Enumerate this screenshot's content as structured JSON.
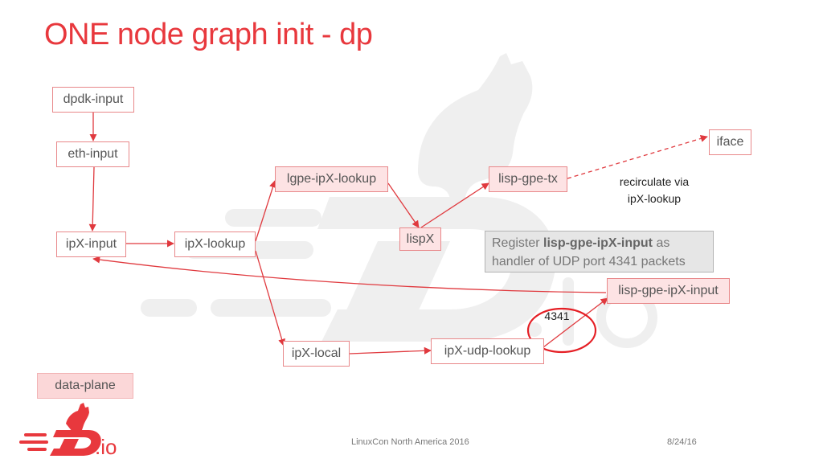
{
  "title": "ONE node graph init - dp",
  "nodes": {
    "dpdk_input": "dpdk-input",
    "eth_input": "eth-input",
    "ipx_input": "ipX-input",
    "ipx_lookup": "ipX-lookup",
    "lgpe_ipx_lookup": "lgpe-ipX-lookup",
    "lisp_gpe_tx": "lisp-gpe-tx",
    "iface": "iface",
    "lispx": "lispX",
    "lisp_gpe_ipx_input": "lisp-gpe-ipX-input",
    "ipx_local": "ipX-local",
    "ipx_udp_lookup": "ipX-udp-lookup",
    "data_plane": "data-plane"
  },
  "recirculate": {
    "line1": "recirculate via",
    "line2": "ipX-lookup"
  },
  "note": {
    "prefix": "Register ",
    "bold": "lisp-gpe-ipX-input",
    "suffix": " as",
    "line2": "handler of UDP port 4341 packets"
  },
  "port_label": "4341",
  "footer": {
    "event": "LinuxCon North America 2016",
    "date": "8/24/16"
  },
  "logo_text": ".io",
  "colors": {
    "accent": "#e8383d",
    "arrow": "#e0393e",
    "node_border": "#e8888a",
    "node_fill_pink": "#fde3e4",
    "note_fill": "#e6e6e6",
    "watermark": "#efefef"
  },
  "icons": [
    "fd-io-watermark-icon",
    "fd-io-logo-icon"
  ]
}
